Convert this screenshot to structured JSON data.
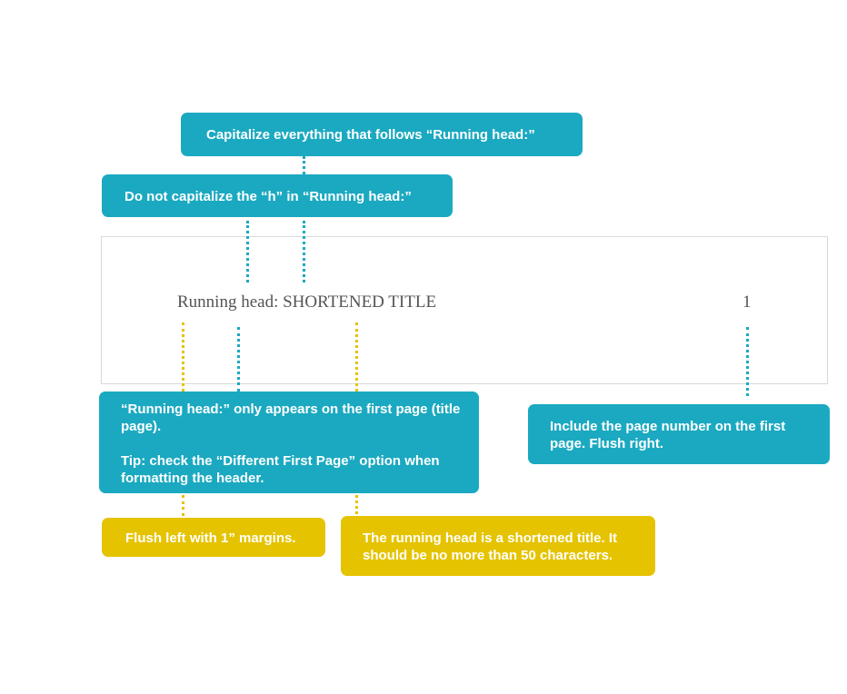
{
  "colors": {
    "teal": "#1ba9c1",
    "gold": "#e5c300",
    "header_text": "#555555",
    "doc_border": "#d9d9d9"
  },
  "document_header": {
    "running_head": "Running head: SHORTENED TITLE",
    "page_number": "1"
  },
  "callouts": {
    "capitalize_after": "Capitalize everything that follows “Running head:”",
    "no_capital_h": "Do not capitalize the “h” in “Running head:”",
    "first_page_only": "“Running head:” only appears on the first page (title page).",
    "first_page_tip": "Tip: check the “Different First Page” option when formatting the header.",
    "page_number": "Include the page number on the first page. Flush right.",
    "flush_left": "Flush left with 1” margins.",
    "shortened_title": "The running head is a shortened title. It should be no more than 50 characters."
  }
}
